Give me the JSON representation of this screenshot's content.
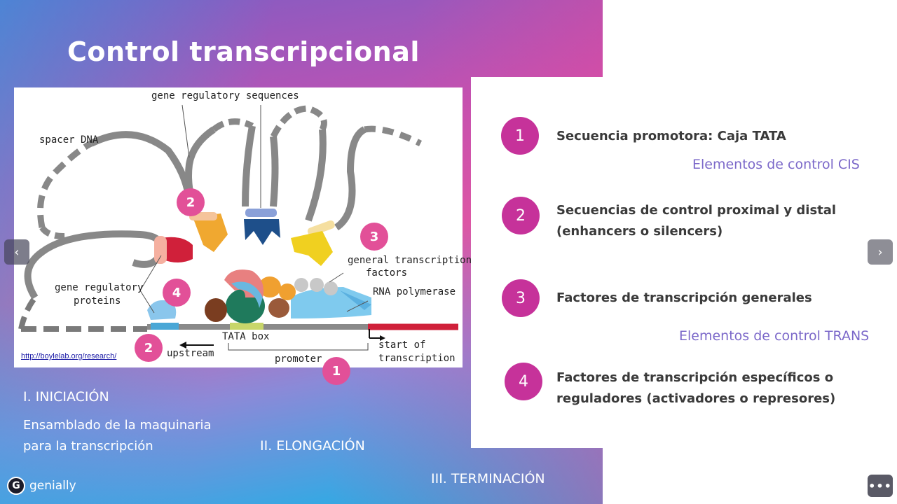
{
  "slide": {
    "title": "Control transcripcional",
    "brand": "genially"
  },
  "diagram": {
    "labels": {
      "gene_regulatory_sequences": "gene regulatory sequences",
      "spacer_dna": "spacer DNA",
      "general_tf_line1": "general transcription",
      "general_tf_line2": "factors",
      "rna_polymerase": "RNA polymerase",
      "gene_reg_proteins_line1": "gene regulatory",
      "gene_reg_proteins_line2": "proteins",
      "tata_box": "TATA box",
      "upstream": "upstream",
      "promoter": "promoter",
      "start_line1": "start of",
      "start_line2": "transcription"
    },
    "source_link": "http://boylelab.org/research/",
    "badges": [
      "2",
      "3",
      "4",
      "2",
      "1"
    ]
  },
  "phases": {
    "initiation": "I. INICIACIÓN",
    "initiation_desc_line1": "Ensamblado de la maquinaria",
    "initiation_desc_line2": "para la transcripción",
    "elongation": "II. ELONGACIÓN",
    "termination": "III. TERMINACIÓN"
  },
  "items": [
    {
      "num": "1",
      "text_line1": "Secuencia promotora:  Caja TATA",
      "text_line2": ""
    },
    {
      "num": "2",
      "text_line1": "Secuencias de control proximal y distal",
      "text_line2": "(enhancers o silencers)"
    },
    {
      "num": "3",
      "text_line1": "Factores de transcripción generales",
      "text_line2": ""
    },
    {
      "num": "4",
      "text_line1": "Factores de transcripción específicos o",
      "text_line2": "reguladores (activadores o represores)"
    }
  ],
  "notes": {
    "cis": "Elementos de control CIS",
    "trans": "Elementos de control TRANS"
  },
  "nav": {
    "prev": "‹",
    "next": "›",
    "more": "•••"
  },
  "colors": {
    "badge": "#e25098",
    "item_badge": "#c6329a",
    "note": "#7b68c9"
  }
}
